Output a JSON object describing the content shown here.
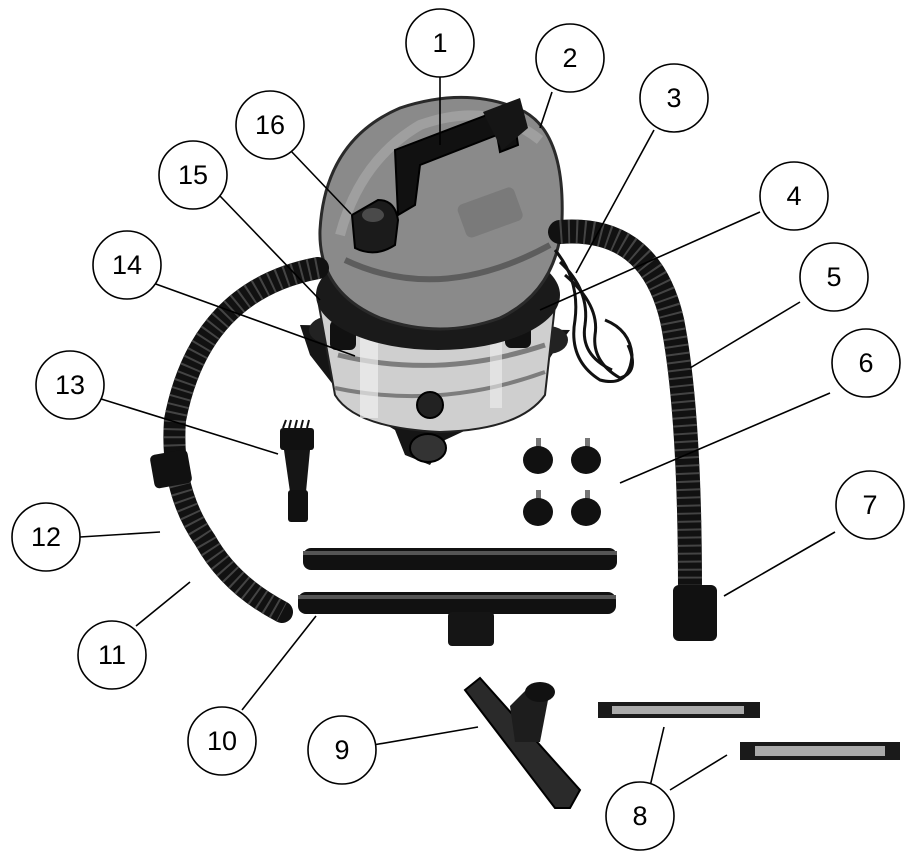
{
  "diagram": {
    "callouts": [
      {
        "id": "callout-1",
        "label": "1"
      },
      {
        "id": "callout-2",
        "label": "2"
      },
      {
        "id": "callout-3",
        "label": "3"
      },
      {
        "id": "callout-4",
        "label": "4"
      },
      {
        "id": "callout-5",
        "label": "5"
      },
      {
        "id": "callout-6",
        "label": "6"
      },
      {
        "id": "callout-7",
        "label": "7"
      },
      {
        "id": "callout-8",
        "label": "8"
      },
      {
        "id": "callout-9",
        "label": "9"
      },
      {
        "id": "callout-10",
        "label": "10"
      },
      {
        "id": "callout-11",
        "label": "11"
      },
      {
        "id": "callout-12",
        "label": "12"
      },
      {
        "id": "callout-13",
        "label": "13"
      },
      {
        "id": "callout-14",
        "label": "14"
      },
      {
        "id": "callout-15",
        "label": "15"
      },
      {
        "id": "callout-16",
        "label": "16"
      }
    ],
    "colors": {
      "outline": "#000000",
      "motor_head": "#8a8a8a",
      "tank_steel": "#cfcfcf",
      "plastic": "#111111"
    }
  }
}
